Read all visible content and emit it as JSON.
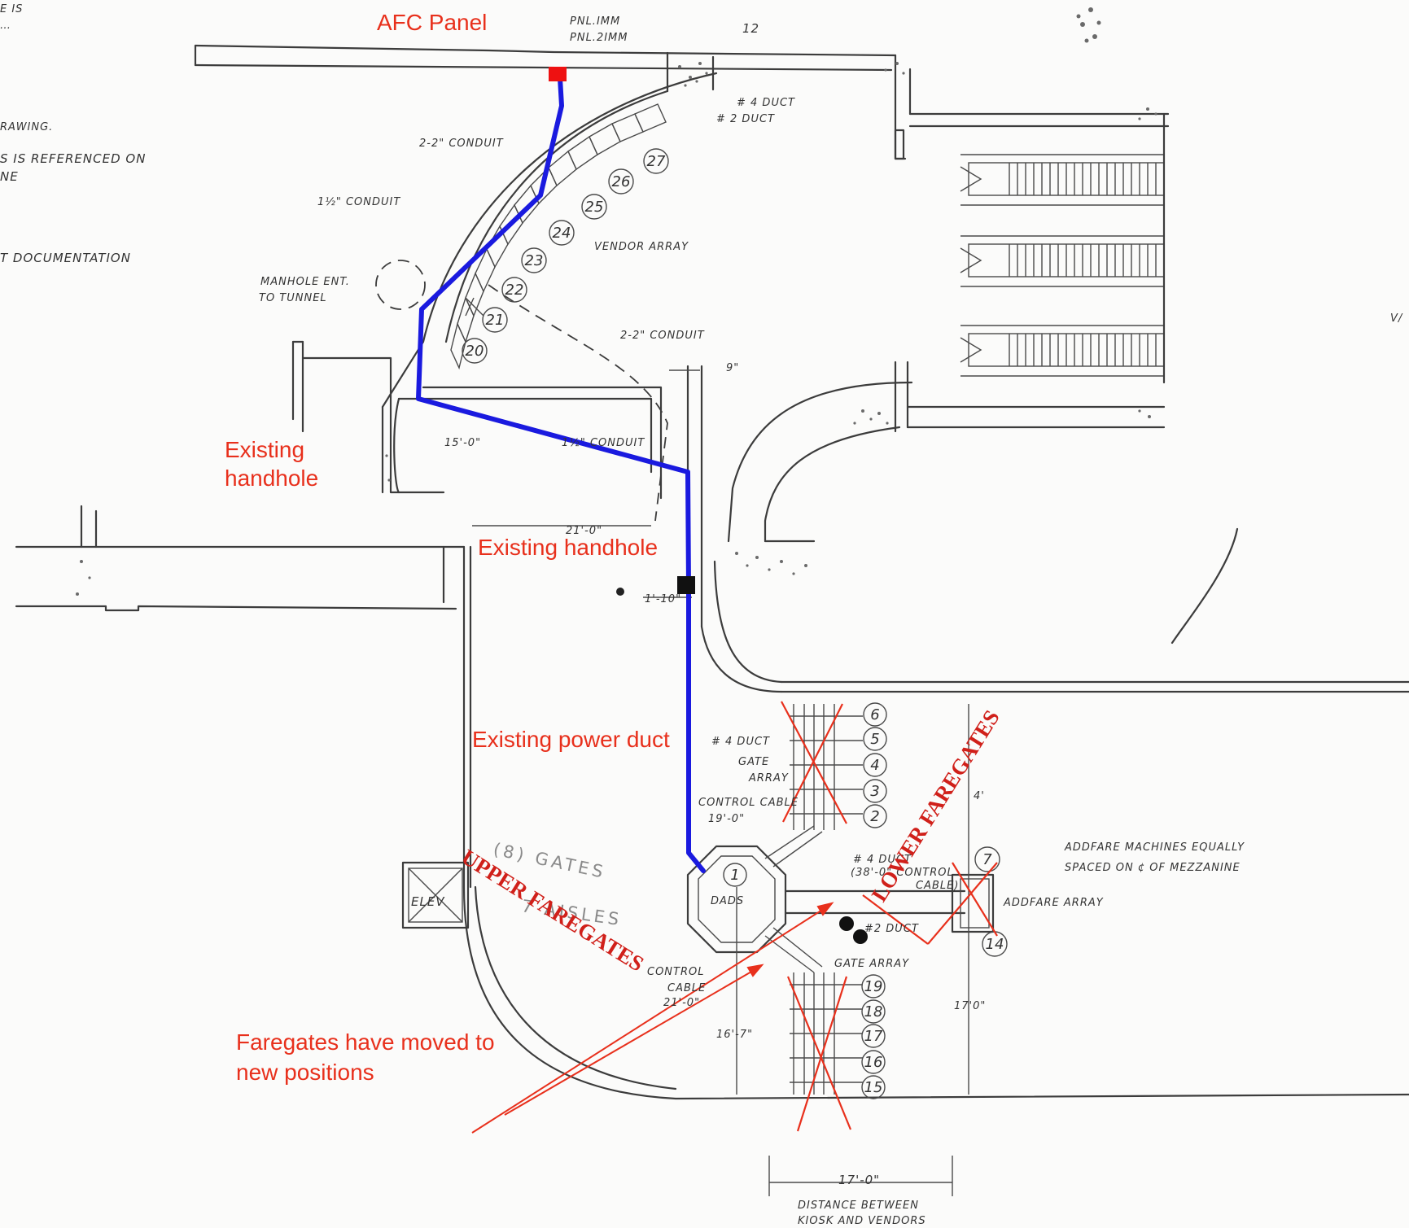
{
  "annotations": {
    "afc_panel": "AFC Panel",
    "existing_handhole_1": [
      "Existing",
      "handhole"
    ],
    "existing_handhole_2": "Existing handhole",
    "existing_power_duct": "Existing power duct",
    "upper_faregates": "UPPER FAREGATES",
    "lower_faregates": "LOWER FAREGATES",
    "faregates_moved": [
      "Faregates have moved to",
      "new positions"
    ]
  },
  "drawing_labels": {
    "pnl_a": "PNL.IMM",
    "pnl_b": "PNL.2IMM",
    "sheet_no": "12",
    "duct4_top": "# 4 DUCT",
    "duct2_top": "# 2 DUCT",
    "conduit_2_2_a": "2-2\" CONDUIT",
    "conduit_1half_a": "1½\" CONDUIT",
    "vendor_array": "VENDOR ARRAY",
    "manhole": [
      "MANHOLE ENT.",
      "TO TUNNEL"
    ],
    "conduit_2_2_b": "2-2\" CONDUIT",
    "dim_9": "9\"",
    "dim_15_0": "15'-0\"",
    "conduit_1half_b": "1½\" CONDUIT",
    "dim_21_0": "21'-0\"",
    "dim_1_10": "1'-10\"",
    "duct4_mid": "# 4 DUCT",
    "gate_array_upper": [
      "GATE",
      "ARRAY"
    ],
    "control_cable_upper": [
      "CONTROL CABLE",
      "19'-0\""
    ],
    "duct4_dbl": [
      "# 4 DUCT",
      "(38'-0\" CONTROL",
      "CABLE)"
    ],
    "dads": "DADS",
    "elev": "ELEV",
    "duct2_low": "#2 DUCT",
    "gate_array_lower": "GATE ARRAY",
    "control_cable_lower": [
      "CONTROL",
      "CABLE",
      "21'-0\""
    ],
    "dim_16_7": "16'-7\"",
    "dim_17_0_v": "17'0\"",
    "dim_17_0_h": "17'-0\"",
    "dist_note": [
      "DISTANCE BETWEEN",
      "KIOSK AND VENDORS"
    ],
    "addfare_note": [
      "ADDFARE MACHINES EQUALLY",
      "SPACED ON ¢ OF MEZZANINE"
    ],
    "addfare_array": "ADDFARE ARRAY",
    "pencil_note": [
      "(8) GATES",
      "7 AISLES"
    ],
    "dim_4": "4'",
    "left_notes": [
      "E IS",
      "…"
    ],
    "left_note_drawing": "RAWING.",
    "left_note_ref": "S IS REFERENCED ON",
    "left_note_ne": "NE",
    "left_note_doc": "T DOCUMENTATION",
    "right_edge": "V/"
  },
  "vendor_numbers": [
    "20",
    "21",
    "22",
    "23",
    "24",
    "25",
    "26",
    "27"
  ],
  "upper_gate_numbers": [
    "6",
    "5",
    "4",
    "3",
    "2"
  ],
  "lower_gate_numbers": [
    "19",
    "18",
    "17",
    "16",
    "15"
  ],
  "kiosk_number": "1",
  "addfare_numbers": [
    "7",
    "14"
  ],
  "colors": {
    "cable_route": "#1a1adf",
    "annotation_red": "#e8301c",
    "panel_red": "#ee1111",
    "ink": "#3c3c3c"
  }
}
